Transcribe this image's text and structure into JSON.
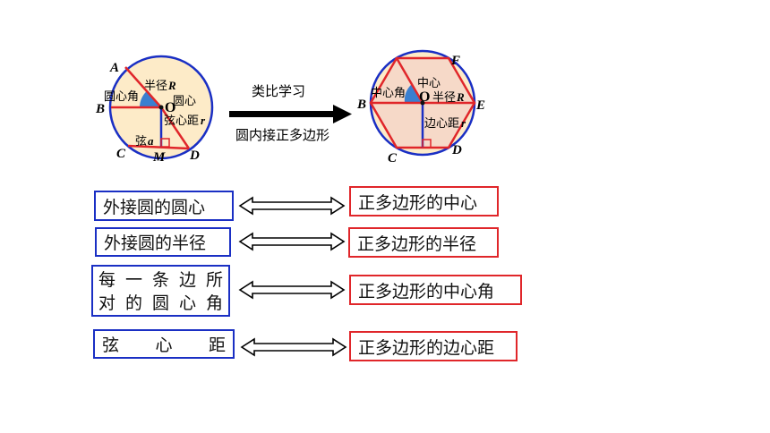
{
  "diagram": {
    "left_circle": {
      "point_labels": {
        "A": "A",
        "B": "B",
        "C": "C",
        "M": "M",
        "D": "D",
        "O": "O"
      },
      "central_angle": "圆心角",
      "radius": "半径",
      "radius_symbol": "R",
      "center": "圆心",
      "apothem": "弦心距",
      "apothem_symbol": "r",
      "chord": "弦",
      "chord_symbol": "a"
    },
    "arrow": {
      "top_label": "类比学习",
      "bottom_label": "圆内接正多边形"
    },
    "right_circle": {
      "point_labels": {
        "F": "F",
        "B": "B",
        "E": "E",
        "C": "C",
        "D": "D",
        "O": "O"
      },
      "center": "中心",
      "central_angle": "中心角",
      "radius": "半径",
      "radius_symbol": "R",
      "apothem": "边心距",
      "apothem_symbol": "r"
    }
  },
  "correspondences": [
    {
      "left": "外接圆的圆心",
      "right": "正多边形的中心"
    },
    {
      "left": "外接圆的半径",
      "right": "正多边形的半径"
    },
    {
      "left_line1": [
        "每",
        "一",
        "条",
        "边",
        "所"
      ],
      "left_line2": [
        "对",
        "的",
        "圆",
        "心",
        "角"
      ],
      "right": "正多边形的中心角"
    },
    {
      "left_chars": [
        "弦",
        "心",
        "距"
      ],
      "right": "正多边形的边心距"
    }
  ],
  "colors": {
    "circle_stroke": "#1a2fc4",
    "fill": "#fdebc8",
    "hex_fill": "#f6d9c8",
    "red_line": "#e0262a",
    "angle_fill": "#3a7fd0",
    "box_blue": "#1a2fc4",
    "box_red": "#e0262a"
  }
}
